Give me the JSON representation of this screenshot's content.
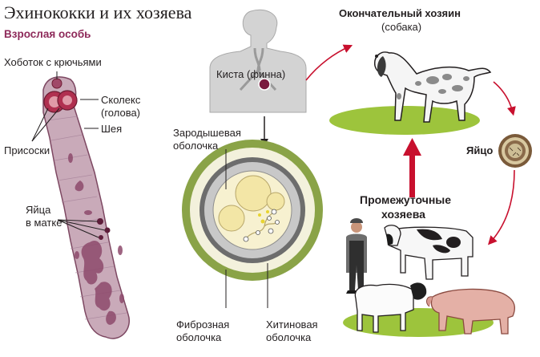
{
  "title": "Эхинококки и их хозяева",
  "subtitle": "Взрослая особь",
  "labels": {
    "proboscis": "Хоботок с крючьями",
    "scolex_1": "Сколекс",
    "scolex_2": "(голова)",
    "neck": "Шея",
    "suckers": "Присоски",
    "eggs_uterus_1": "Яйца",
    "eggs_uterus_2": "в матке",
    "cyst": "Киста (финна)",
    "germinal_1": "Зародышевая",
    "germinal_2": "оболочка",
    "fibrous_1": "Фиброзная",
    "fibrous_2": "оболочка",
    "chitin_1": "Хитиновая",
    "chitin_2": "оболочка",
    "definitive_1": "Окончательный хозяин",
    "definitive_2": "(собака)",
    "egg": "Яйцо",
    "intermediate_1": "Промежуточные",
    "intermediate_2": "хозяева"
  },
  "colors": {
    "worm_fill": "#c9aab9",
    "worm_dark": "#8e4a6c",
    "scolex": "#b03050",
    "cyst_outer": "#8aa347",
    "cyst_gray": "#c8c8c8",
    "cyst_inner": "#f6efc8",
    "grass": "#9dc43c",
    "arrow_red": "#c8102e",
    "subtitle": "#8e2a5a"
  },
  "icons": [
    "human-silhouette",
    "dog",
    "egg",
    "man-farmer",
    "cow",
    "sheep",
    "pig"
  ]
}
